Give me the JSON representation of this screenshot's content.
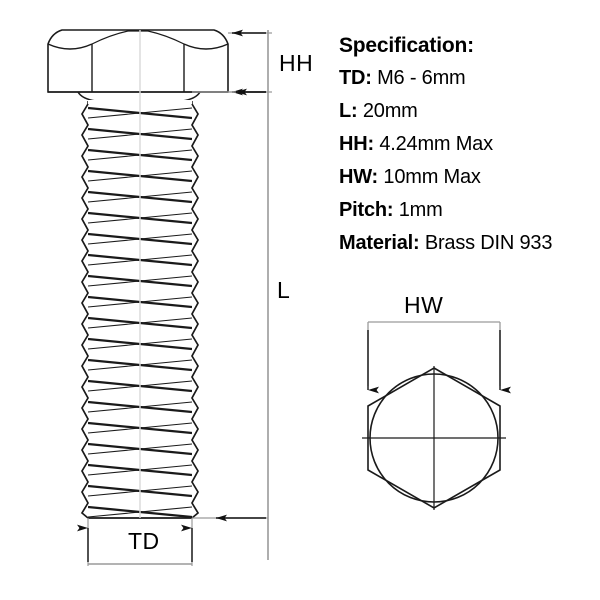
{
  "product": {
    "type": "hex-head-set-screw-diagram",
    "view_main": "side-elevation",
    "view_secondary": "head-end-view"
  },
  "spec": {
    "title": "Specification:",
    "rows": [
      {
        "key": "TD:",
        "value": "M6 - 6mm"
      },
      {
        "key": "L:",
        "value": "20mm"
      },
      {
        "key": "HH:",
        "value": "4.24mm Max"
      },
      {
        "key": "HW:",
        "value": "10mm Max"
      },
      {
        "key": "Pitch:",
        "value": "1mm"
      },
      {
        "key": "Material:",
        "value": "Brass DIN 933"
      }
    ]
  },
  "dimensions": {
    "head_height": {
      "label": "HH",
      "meaning": "head height"
    },
    "length": {
      "label": "L",
      "meaning": "shank length"
    },
    "thread_diameter": {
      "label": "TD",
      "meaning": "thread diameter"
    },
    "head_width": {
      "label": "HW",
      "meaning": "head width across flats"
    }
  },
  "colors": {
    "line": "#1a1a1a",
    "dimension_line": "#8c8c8c",
    "background": "#ffffff",
    "text": "#000000"
  }
}
